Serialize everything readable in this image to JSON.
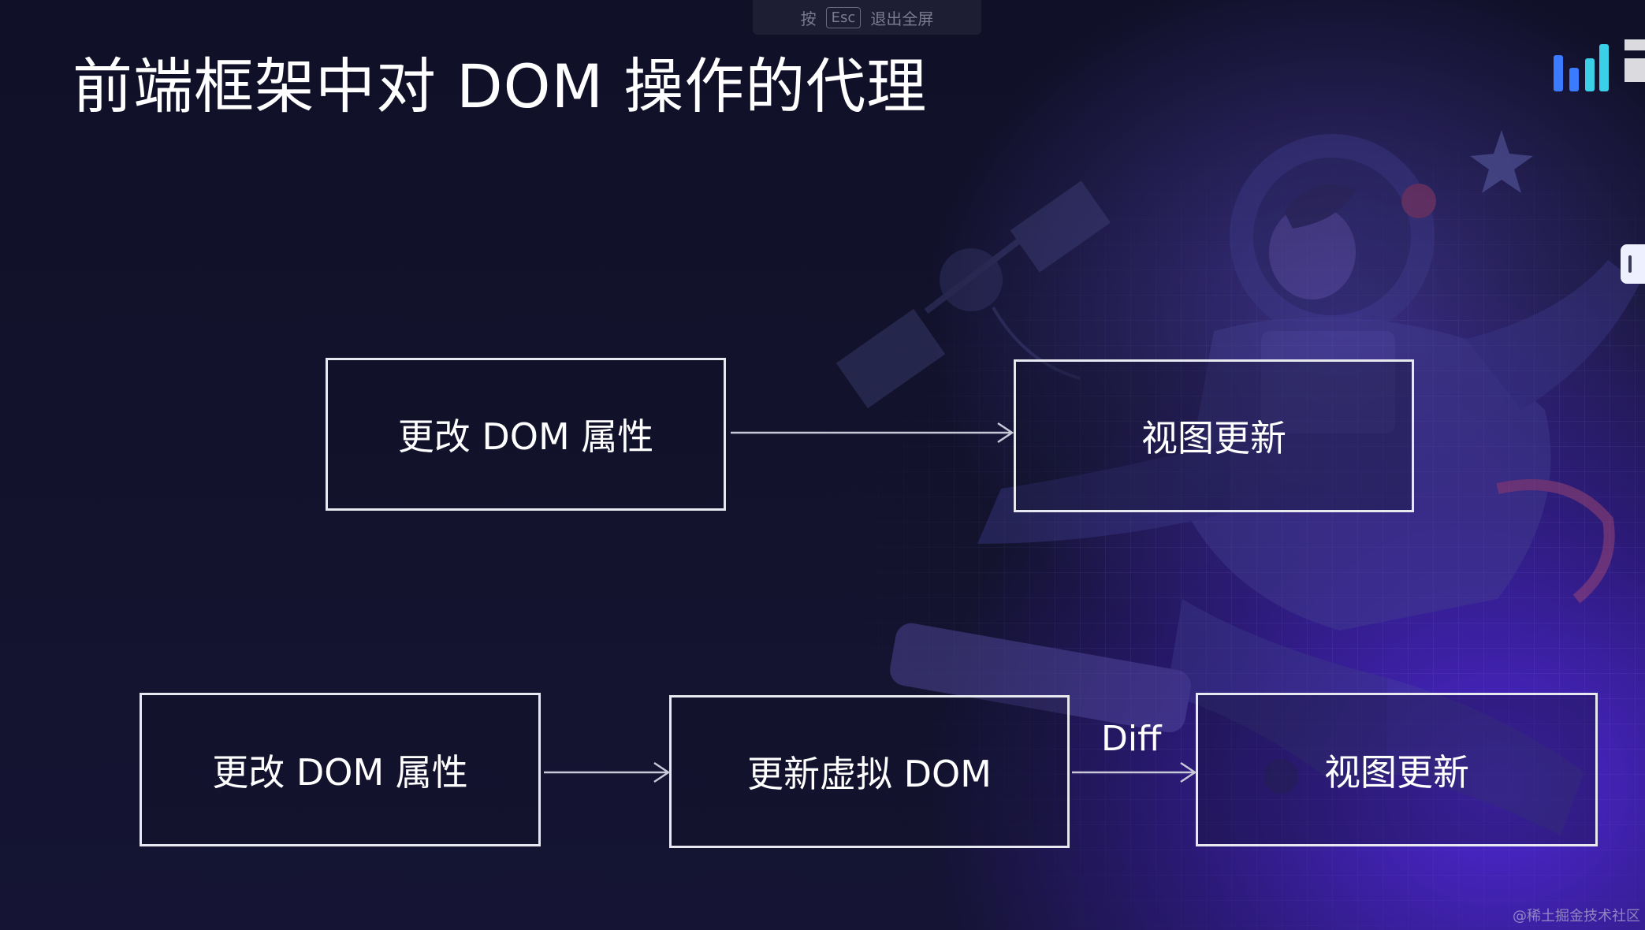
{
  "fullscreen_hint": {
    "press": "按",
    "key": "Esc",
    "action": "退出全屏"
  },
  "slide": {
    "title": "前端框架中对 DOM 操作的代理",
    "logo_icon": "bar-chart-logo-icon",
    "row1": {
      "box1": "更改 DOM 属性",
      "box2": "视图更新"
    },
    "row2": {
      "box1": "更改 DOM 属性",
      "box2": "更新虚拟 DOM",
      "edge_label": "Diff",
      "box3": "视图更新"
    }
  },
  "watermark": "@稀土掘金技术社区",
  "colors": {
    "background": "#12122a",
    "accent": "#5a2ee0",
    "box_border": "#e8e8f0",
    "logo_blue": "#3a7bff",
    "logo_cyan": "#39d0e8"
  }
}
